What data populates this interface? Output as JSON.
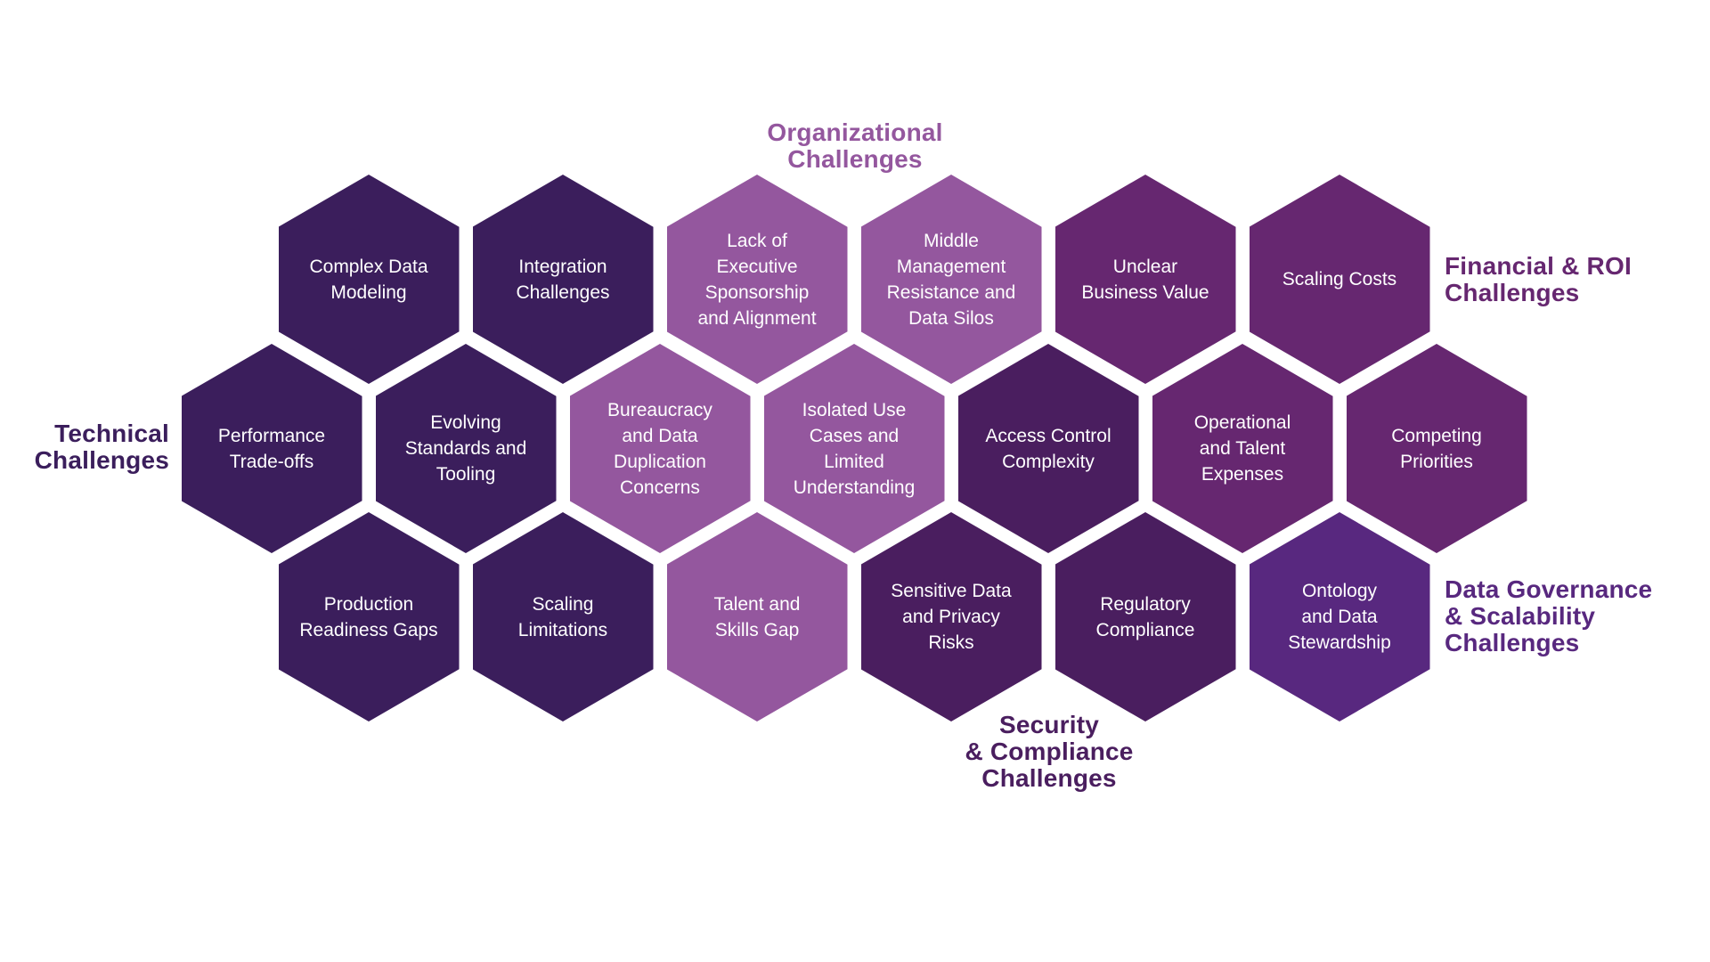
{
  "colors": {
    "technical": "#3b1e5c",
    "organizational": "#94579e",
    "financial": "#662770",
    "security": "#4a1e5f",
    "governance": "#58287f"
  },
  "categories": {
    "technical": "Technical\nChallenges",
    "organizational": "Organizational\nChallenges",
    "financial": "Financial & ROI\nChallenges",
    "governance": "Data Governance\n& Scalability\nChallenges",
    "security": "Security\n& Compliance\nChallenges"
  },
  "hexes": [
    {
      "label": "Complex Data\nModeling",
      "category": "technical",
      "row": 0,
      "col": 0
    },
    {
      "label": "Integration\nChallenges",
      "category": "technical",
      "row": 0,
      "col": 1
    },
    {
      "label": "Lack of\nExecutive\nSponsorship\nand Alignment",
      "category": "organizational",
      "row": 0,
      "col": 2
    },
    {
      "label": "Middle\nManagement\nResistance and\nData Silos",
      "category": "organizational",
      "row": 0,
      "col": 3
    },
    {
      "label": "Unclear\nBusiness Value",
      "category": "financial",
      "row": 0,
      "col": 4
    },
    {
      "label": "Scaling Costs",
      "category": "financial",
      "row": 0,
      "col": 5
    },
    {
      "label": "Performance\nTrade-offs",
      "category": "technical",
      "row": 1,
      "col": 0
    },
    {
      "label": "Evolving\nStandards and\nTooling",
      "category": "technical",
      "row": 1,
      "col": 1
    },
    {
      "label": "Bureaucracy\nand Data\nDuplication\nConcerns",
      "category": "organizational",
      "row": 1,
      "col": 2
    },
    {
      "label": "Isolated Use\nCases and\nLimited\nUnderstanding",
      "category": "organizational",
      "row": 1,
      "col": 3
    },
    {
      "label": "Access Control\nComplexity",
      "category": "security",
      "row": 1,
      "col": 4
    },
    {
      "label": "Operational\nand Talent\nExpenses",
      "category": "financial",
      "row": 1,
      "col": 5
    },
    {
      "label": "Competing\nPriorities",
      "category": "financial",
      "row": 1,
      "col": 6
    },
    {
      "label": "Production\nReadiness Gaps",
      "category": "technical",
      "row": 2,
      "col": 0
    },
    {
      "label": "Scaling\nLimitations",
      "category": "technical",
      "row": 2,
      "col": 1
    },
    {
      "label": "Talent and\nSkills Gap",
      "category": "organizational",
      "row": 2,
      "col": 2
    },
    {
      "label": "Sensitive Data\nand Privacy\nRisks",
      "category": "security",
      "row": 2,
      "col": 3
    },
    {
      "label": "Regulatory\nCompliance",
      "category": "security",
      "row": 2,
      "col": 4
    },
    {
      "label": "Ontology\nand Data\nStewardship",
      "category": "governance",
      "row": 2,
      "col": 5
    }
  ]
}
